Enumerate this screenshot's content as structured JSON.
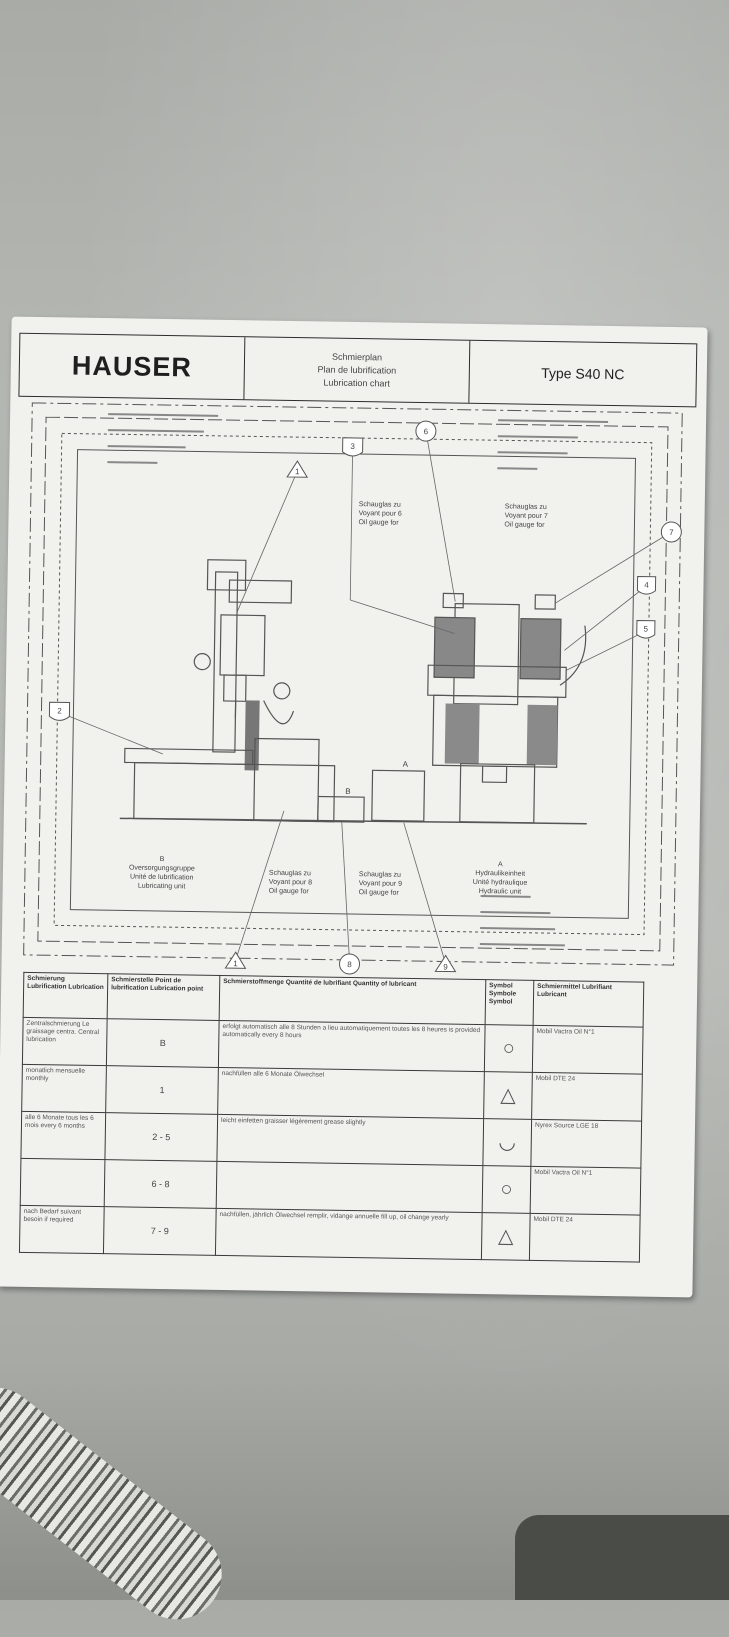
{
  "plate": {
    "brand": "HAUSER",
    "chart_names": [
      "Schmierplan",
      "Plan de lubrification",
      "Lubrication chart"
    ],
    "type": "Type S40 NC"
  },
  "callouts": {
    "gauge6": [
      "Schauglas zu",
      "Voyant pour  6",
      "Oil gauge for"
    ],
    "gauge7": [
      "Schauglas zu",
      "Voyant pour  7",
      "Oil gauge for"
    ],
    "gauge8": [
      "Schauglas zu",
      "Voyant pour  8",
      "Oil gauge for"
    ],
    "gauge9": [
      "Schauglas zu",
      "Voyant pour  9",
      "Oil gauge for"
    ],
    "unitB": [
      "B",
      "Oversorgungsgruppe",
      "Unité de lubrification",
      "Lubricating unit"
    ],
    "unitA": [
      "A",
      "Hydraulikeinheit",
      "Unité hydraulique",
      "Hydraulic unit"
    ]
  },
  "markers": {
    "A": "A",
    "B": "B",
    "n1": "1",
    "n2": "2",
    "n3": "3",
    "n4": "4",
    "n5": "5",
    "n6": "6",
    "n7": "7",
    "n8": "8",
    "n9": "9"
  },
  "table": {
    "headers": [
      "Schmierung Lubrification Lubrication",
      "Schmierstelle Point de lubrification Lubrication point",
      "Schmierstoffmenge Quantité de lubrifiant Quantity of lubricant",
      "Symbol Symbole Symbol",
      "Schmiermittel Lubrifiant Lubricant"
    ],
    "rows": [
      {
        "col1": "Zentralschmierung Le graissage centra. Central lubrication",
        "point": "B",
        "qty": "erfolgt automatisch alle 8 Stunden a lieu automatiquement toutes les 8 heures is provided automatically every 8 hours",
        "symbol": "○",
        "lube": "Mobil Vactra Oil N°1"
      },
      {
        "col1": "monatlich mensuelle monthly",
        "point": "1",
        "qty": "nachfüllen alle 6 Monate Ölwechsel",
        "symbol": "△",
        "lube": "Mobil DTE 24"
      },
      {
        "col1": "alle 6 Monate tous les 6 mois every 6 months",
        "point": "2 - 5",
        "qty": "leicht einfetten graisser légèrement grease slightly",
        "symbol": "◡",
        "lube": "Nyrex Source LGE 18"
      },
      {
        "col1": "",
        "point": "6 - 8",
        "qty": "",
        "symbol": "○",
        "lube": "Mobil Vactra Oil N°1"
      },
      {
        "col1": "nach Bedarf suivant besoin if required",
        "point": "7 - 9",
        "qty": "nachfüllen, jährlich Ölwechsel remplir, vidange annuelle fill up, oil change yearly",
        "symbol": "△",
        "lube": "Mobil DTE 24"
      }
    ]
  }
}
